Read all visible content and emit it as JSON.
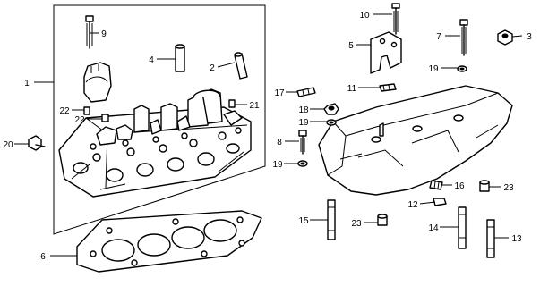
{
  "diagram": {
    "callouts": {
      "c1": "1",
      "c2": "2",
      "c3": "3",
      "c4": "4",
      "c5": "5",
      "c6": "6",
      "c7": "7",
      "c8": "8",
      "c9": "9",
      "c10": "10",
      "c11": "11",
      "c12": "12",
      "c13": "13",
      "c14": "14",
      "c15": "15",
      "c16": "16",
      "c17": "17",
      "c18": "18",
      "c19a": "19",
      "c19b": "19",
      "c19c": "19",
      "c20": "20",
      "c21": "21",
      "c22a": "22",
      "c22b": "22",
      "c23a": "23",
      "c23b": "23"
    }
  }
}
